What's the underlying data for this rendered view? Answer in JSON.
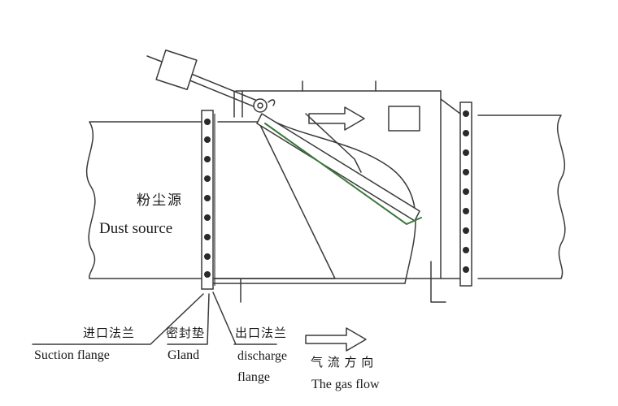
{
  "labels": {
    "dust_source_cn": "粉尘源",
    "dust_source_en": "Dust source",
    "suction_flange_cn": "进口法兰",
    "suction_flange_en": "Suction flange",
    "gland_cn": "密封垫",
    "gland_en": "Gland",
    "discharge_flange_cn": "出口法兰",
    "discharge_flange_en_1": "discharge",
    "discharge_flange_en_2": "flange",
    "gas_flow_cn": "气 流 方 向",
    "gas_flow_en": "The gas flow"
  },
  "colors": {
    "line": "#3a3a3a",
    "flap_edge": "#3c7a3c",
    "background": "#ffffff"
  },
  "icons": [
    "flow-arrow-icon",
    "bolt-icon"
  ]
}
